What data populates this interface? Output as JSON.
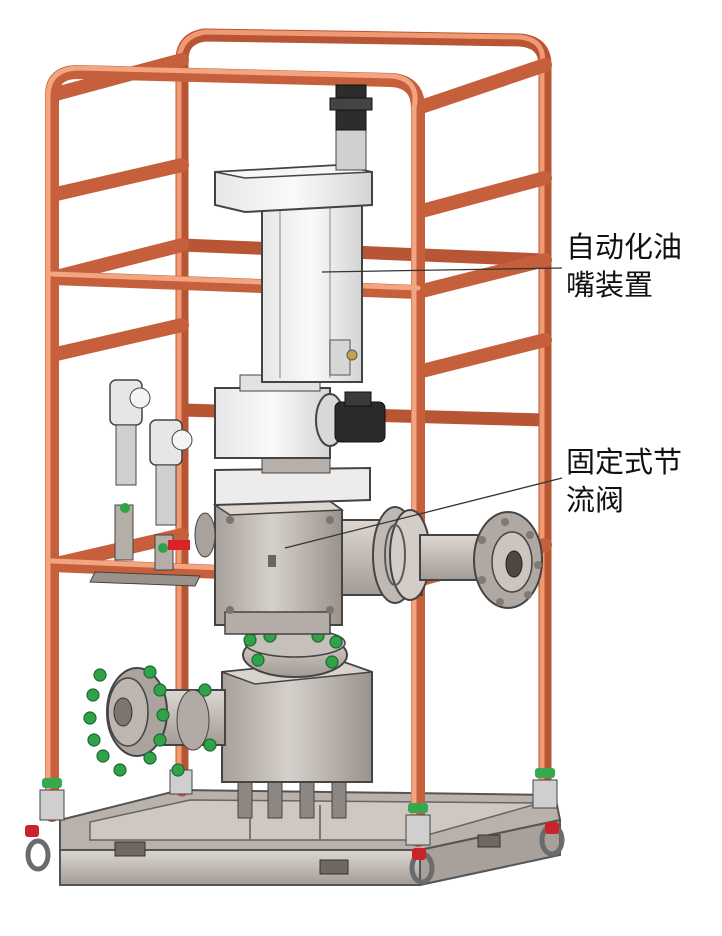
{
  "labels": {
    "auto_choke": {
      "line1": "自动化油",
      "line2": "嘴装置"
    },
    "fixed_valve": {
      "line1": "固定式节",
      "line2": "流阀"
    }
  },
  "colors": {
    "frame_pipe": "#e07a52",
    "frame_pipe_dark": "#b85534",
    "steel": "#c9c2bd",
    "steel_dark": "#8f8781",
    "white_housing": "#f2f2f2",
    "nut_green": "#2fa24a",
    "handle_red": "#d9222a",
    "leader_line": "#333333"
  }
}
